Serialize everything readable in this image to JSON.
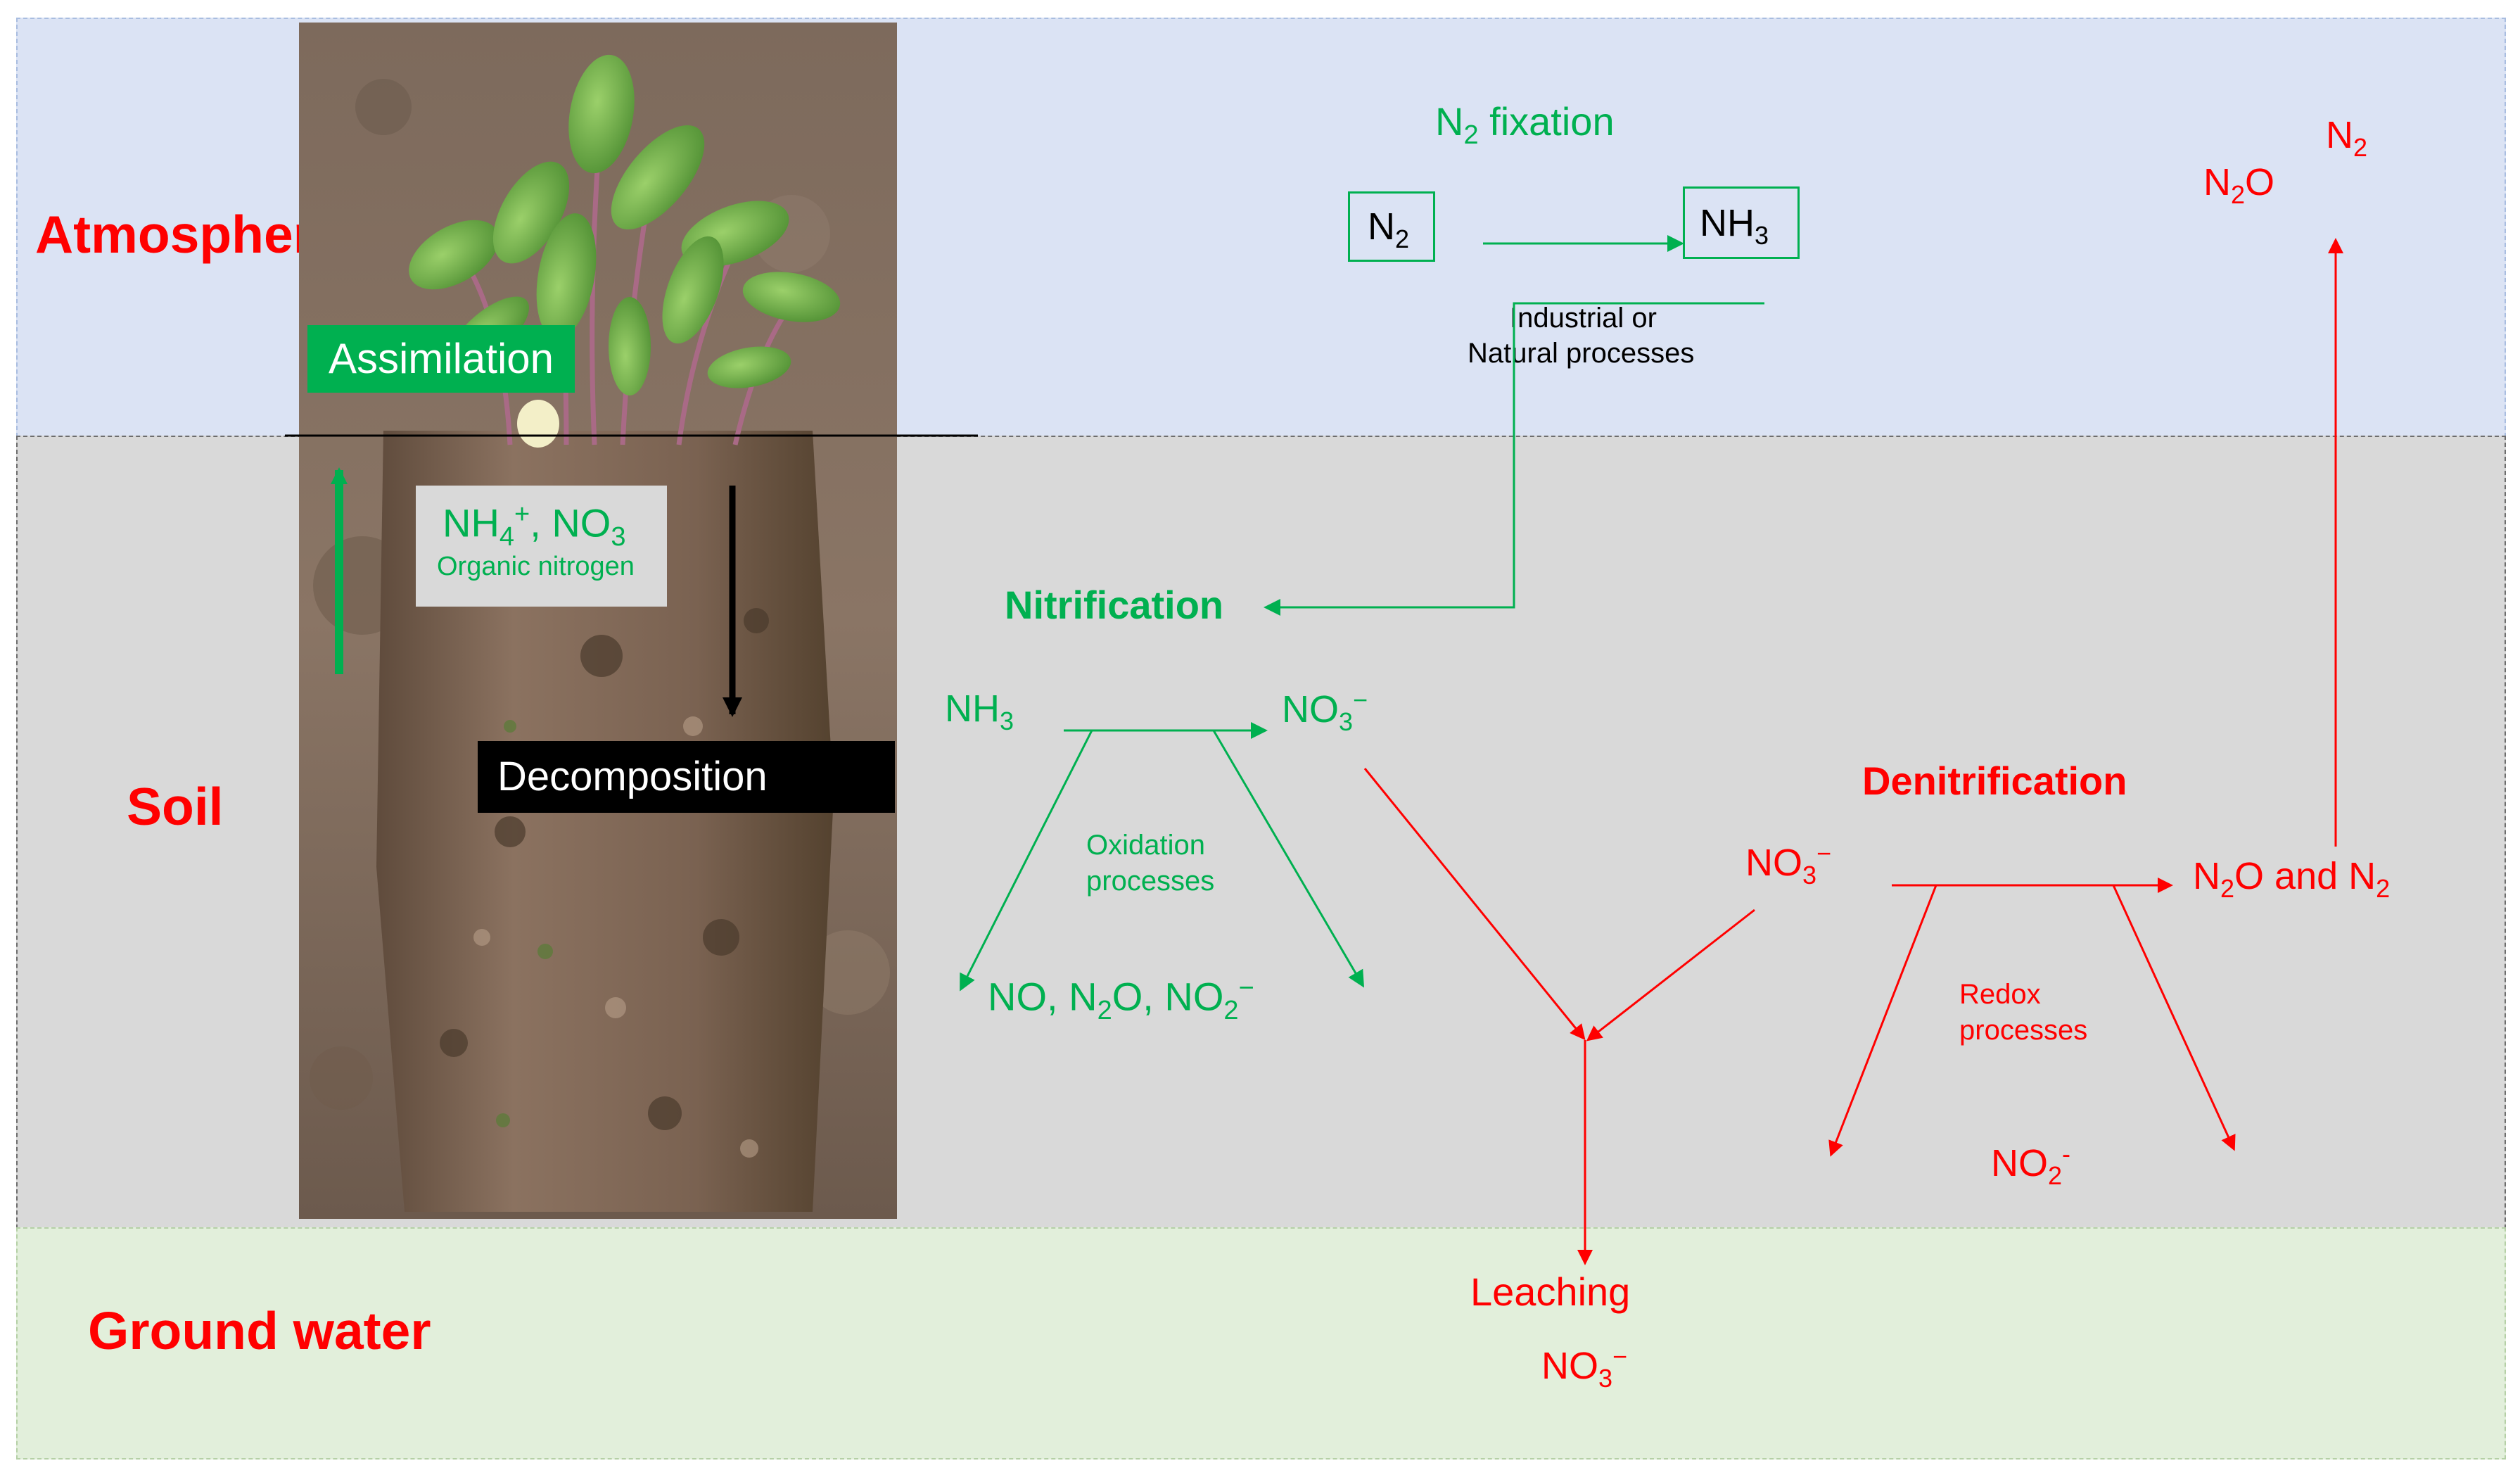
{
  "zones": {
    "atmosphere": "Atmosphere",
    "soil": "Soil",
    "ground_water": "Ground water"
  },
  "plant": {
    "assimilation": "Assimilation",
    "decomposition": "Decomposition",
    "soil_nitrogen": [
      "NH",
      "4",
      "+",
      ", NO",
      "3"
    ],
    "organic_nitrogen": "Organic nitrogen"
  },
  "fixation": {
    "title": [
      "N",
      "2",
      " fixation"
    ],
    "n2": [
      "N",
      "2"
    ],
    "nh3": [
      "NH",
      "3"
    ],
    "processes_line1": "Industrial or",
    "processes_line2": "Natural processes"
  },
  "nitrification": {
    "title": "Nitrification",
    "nh3": [
      "NH",
      "3"
    ],
    "no3": [
      "NO",
      "3",
      "−"
    ],
    "oxidation_line1": "Oxidation",
    "oxidation_line2": "processes",
    "products": [
      "NO, N",
      "2",
      "O, NO",
      "2",
      "−"
    ]
  },
  "denitrification": {
    "title": "Denitrification",
    "no3": [
      "NO",
      "3",
      "−"
    ],
    "product": [
      "N",
      "2",
      "O and N",
      "2"
    ],
    "redox_line1": "Redox",
    "redox_line2": "processes",
    "no2": [
      "NO",
      "2",
      "-"
    ],
    "atm_n2o": [
      "N",
      "2",
      "O"
    ],
    "atm_n2": [
      "N",
      "2"
    ]
  },
  "leaching": {
    "title": "Leaching",
    "no3": [
      "NO",
      "3",
      "−"
    ]
  },
  "colors": {
    "green": "#00b050",
    "red": "#ff0000",
    "atmosphere_bg": "#dbe3f4",
    "soil_bg": "#d9d9d9",
    "groundwater_bg": "#e2efdb"
  }
}
